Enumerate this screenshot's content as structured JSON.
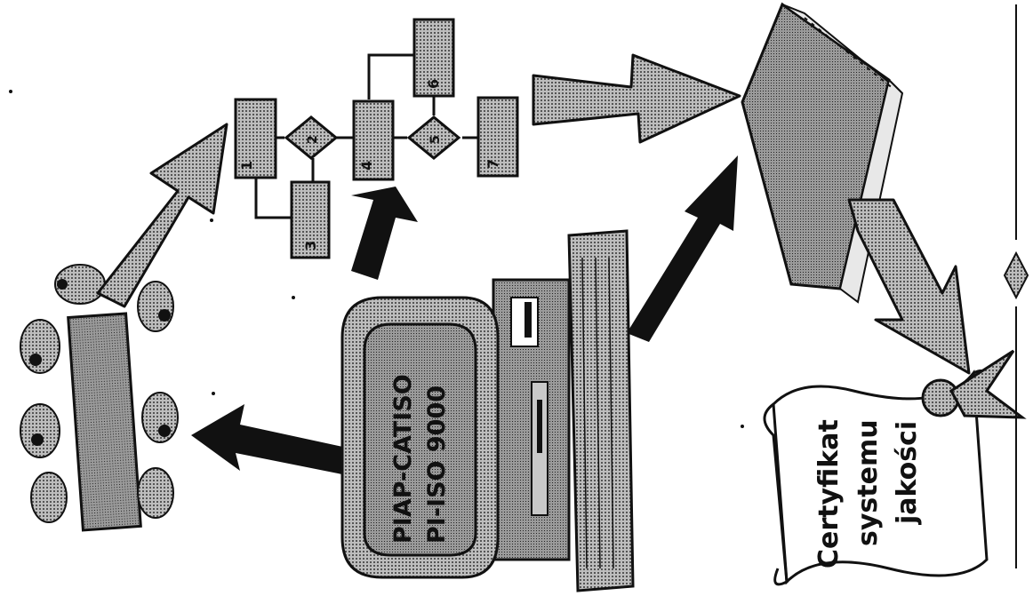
{
  "computer_screen": {
    "line1": "PIAP-CATISO",
    "line2": "PI-ISO 9000"
  },
  "certificate": {
    "line1": "Certyfikat",
    "line2": "systemu",
    "line3": "jakości"
  },
  "flowchart": {
    "process_labels": [
      "1",
      "3",
      "4",
      "6",
      "7"
    ],
    "decision_labels": [
      "2",
      "5"
    ]
  },
  "colors": {
    "ink": "#111111",
    "fill_grey": "#8f8f8f",
    "light_grey": "#c4c4c4"
  }
}
